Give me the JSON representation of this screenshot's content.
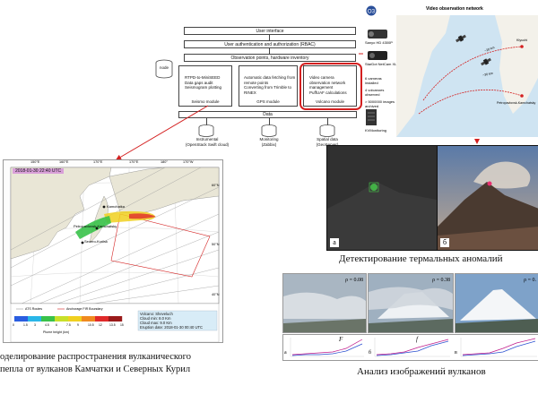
{
  "architecture": {
    "user_interface": "User interface",
    "auth": "User authentication and authorization (RBAC)",
    "observation": "Observation points, hardware inventory",
    "node": "node",
    "seismo_bullets": [
      "RTPD-to-MiniSEED",
      "Data gaps audit",
      "Seismogram plotting"
    ],
    "seismo_label": "Seismo module",
    "gps_bullets": [
      "Automatic data fetching from remote points",
      "Converting from Trimble to RINEX"
    ],
    "gps_label": "GPS module",
    "volcano_bullets": [
      "Video camera observation network management",
      "PuffUAF calculations"
    ],
    "volcano_label": "Volcano module",
    "data": "Data",
    "storage": [
      {
        "title": "Instrumental",
        "sub": "(OpenStack Swift cloud)"
      },
      {
        "title": "Monitoring",
        "sub": "(Zabbix)"
      },
      {
        "title": "Spatial data",
        "sub": "(GeoServer)"
      }
    ]
  },
  "video_network": {
    "title": "Video observation network",
    "cam1": "Sanyo HD 4300P",
    "cam2": "StarDot NetCam XL",
    "stat1": "6 cameras installed",
    "stat2": "4 volcanoes observed",
    "stat3": "> 5000000 images archived",
    "server": "KVMonitoring",
    "link1": "~20 km",
    "link2": "~30 km",
    "city1": "Klyuchi",
    "city2": "Petropavlovsk-Kamchatsky"
  },
  "map": {
    "timestamp": "2018-01-30 22:40 UTC",
    "lon_ticks": [
      "150°E",
      "160°E",
      "170°E",
      "170°E",
      "180°",
      "170°W"
    ],
    "lat_ticks": [
      "60°N",
      "50°N",
      "40°N"
    ],
    "cities": [
      "Kamchatka",
      "Petropavlovsk-Kamchatsky",
      "Severo-Kurilsk"
    ],
    "legend1": "ATS Routes",
    "legend2": "Anchorage FIR Boundary",
    "colorbar_title": "Plume height (km)",
    "colorbar_ticks": [
      "0",
      "1.5",
      "3",
      "4.5",
      "6",
      "7.5",
      "9",
      "10.5",
      "12",
      "13.5",
      "15"
    ],
    "info": [
      "Volcano: Sheveluch",
      "Cloud min: 8.0 Km",
      "Cloud max: 9.0 Km",
      "Eruption date: 2018-01-30 00:40 UTC"
    ],
    "colors": [
      "#2a5de0",
      "#29b6e8",
      "#39c24a",
      "#c8e02a",
      "#f0d020",
      "#f08a20",
      "#e02a2a",
      "#9a1a1a"
    ]
  },
  "thermal": {
    "label_a": "а",
    "label_b": "б",
    "caption": "Детектирование термальных аномалий"
  },
  "analysis": {
    "rho1": "ρ = 0.08",
    "rho2": "ρ = 0.38",
    "rho3": "ρ = 0.",
    "f_label1": "F",
    "f_label2": "f",
    "labels": [
      "а",
      "б",
      "в"
    ],
    "caption": "Анализ изображений вулканов"
  },
  "modeling": {
    "caption_line1": "оделирование распространения вулканического",
    "caption_line2": "пепла от вулканов Камчатки и Северных Курил"
  },
  "colors": {
    "highlight": "#d42020",
    "line": "#555555"
  }
}
